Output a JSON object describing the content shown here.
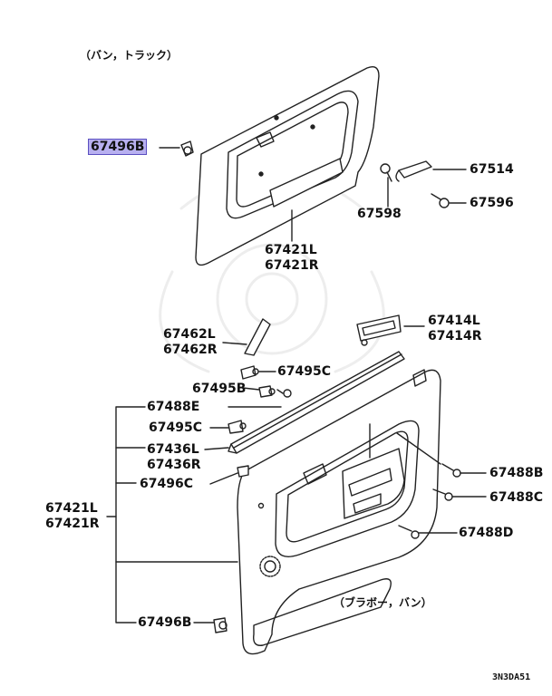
{
  "notes": {
    "top": "（バン，トラック）",
    "bottom": "（ブラボー，バン）"
  },
  "code": "3N3DA51",
  "highlight_color": "#b8b0f0",
  "labels": {
    "p67496B_top": "67496B",
    "p67514": "67514",
    "p67596": "67596",
    "p67598": "67598",
    "p67421_top": [
      "67421L",
      "67421R"
    ],
    "p67462": [
      "67462L",
      "67462R"
    ],
    "p67414": [
      "67414L",
      "67414R"
    ],
    "p67495C_a": "67495C",
    "p67495B": "67495B",
    "p67488E": "67488E",
    "p67495C_b": "67495C",
    "p67436": [
      "67436L",
      "67436R"
    ],
    "p67496C": "67496C",
    "p67421_bottom": [
      "67421L",
      "67421R"
    ],
    "p67488B": "67488B",
    "p67488C": "67488C",
    "p67488D": "67488D",
    "p67496B_bottom": "67496B"
  }
}
